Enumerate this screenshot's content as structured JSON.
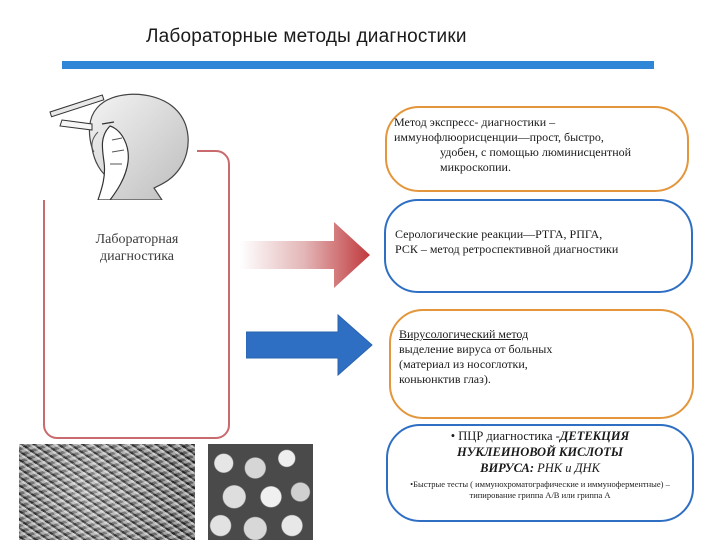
{
  "slide": {
    "title": "Лабораторные методы диагностики",
    "accent_color": "#2f86d6",
    "left_panel": {
      "label_line1": "Лабораторная",
      "label_line2": "диагностика",
      "photo_icon": "nasal-swab-photo"
    },
    "boxes": [
      {
        "line1": "Метод экспресс- диагностики –",
        "line2": "иммунофлюорисценции—прост, быстро,",
        "line3": "удобен, с помощью люминисцентной",
        "line4": "микроскопии.",
        "border_color": "#e3963c"
      },
      {
        "line1": "Серологические реакции—РТГА, РПГА,",
        "line2": "РСК – метод ретроспективной диагностики",
        "border_color": "#2e6fc4"
      },
      {
        "line1": "Вирусологический метод",
        "line2": "выделение вируса от больных",
        "line3": "(материал из носоглотки,",
        "line4": "коньюнктив глаз).",
        "border_color": "#e3963c"
      },
      {
        "line1_prefix": "• ПЦР диагностика -",
        "line1_emph": "ДЕТЕКЦИЯ",
        "line2": "НУКЛЕИНОВОЙ КИСЛОТЫ",
        "line3_emph": "ВИРУСА:",
        "line3_rest": " РНК и ДНК",
        "small": "•Быстрые тесты ( иммунохроматографические и иммуноферментные) – типирование гриппа А/В или гриппа А",
        "border_color": "#2e6fc4"
      }
    ],
    "arrows": [
      {
        "name": "red-arrow",
        "color": "#c0393d"
      },
      {
        "name": "blue-arrow",
        "color": "#2e6fc4"
      }
    ],
    "images": [
      "virus-micrograph-image",
      "cell-culture-micrograph-image"
    ]
  }
}
